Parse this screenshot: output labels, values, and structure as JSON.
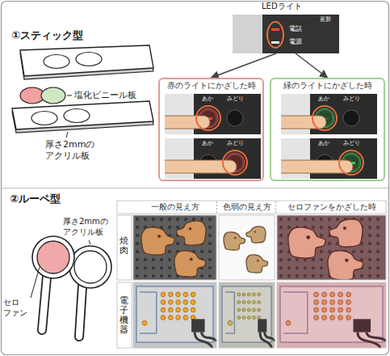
{
  "diagram": {
    "nodes": [
      {
        "text": [
          "LEDライト",
          "更新",
          "電話",
          "電源"
        ]
      },
      {
        "text": [
          "赤のライトにかざした時"
        ]
      },
      {
        "text": [
          "あか",
          "みどり"
        ],
        "in": 1
      },
      {
        "text": [
          "あか",
          "みどり"
        ],
        "in": 1
      },
      {
        "text": [
          "緑のライトにかざした時"
        ]
      },
      {
        "text": [
          "あか",
          "みどり"
        ],
        "in": 4
      },
      {
        "text": [
          "あか",
          "みどり"
        ],
        "in": 4
      }
    ],
    "edges": [
      {
        "from": 0,
        "to": 1,
        "arrow": "to"
      },
      {
        "from": 0,
        "to": 4,
        "arrow": "to"
      }
    ],
    "labels": [
      "①スティック型",
      "塩化ビニール板",
      "厚さ2mmの アクリル板",
      "②ルーペ型",
      "厚さ2mmの アクリル板",
      "セロ ファン",
      "一般の見え方",
      "色弱の見え方",
      "セロファンをかざした時",
      "焼肉",
      "電子機器"
    ]
  }
}
